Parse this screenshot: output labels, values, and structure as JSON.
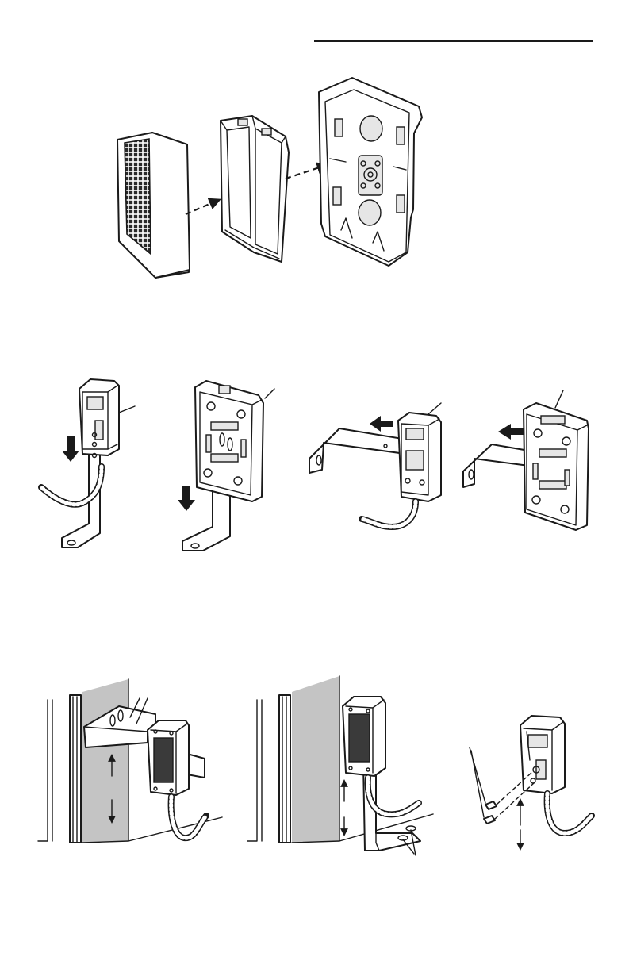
{
  "page": {
    "header_rule": "",
    "panels": [
      {
        "id": "lens-hood-assembly",
        "parts": [
          "grille-insert",
          "hood-frame",
          "mounting-base"
        ]
      },
      {
        "id": "bracket-vertical-small"
      },
      {
        "id": "bracket-vertical-reflector"
      },
      {
        "id": "bracket-horizontal-small"
      },
      {
        "id": "bracket-horizontal-reflector"
      },
      {
        "id": "wall-mount-horizontal"
      },
      {
        "id": "floor-mount-vertical"
      },
      {
        "id": "direct-mount-screws"
      }
    ]
  },
  "colors": {
    "ink": "#1a1a1a",
    "wall": "#c4c4c4",
    "paper": "#ffffff"
  }
}
